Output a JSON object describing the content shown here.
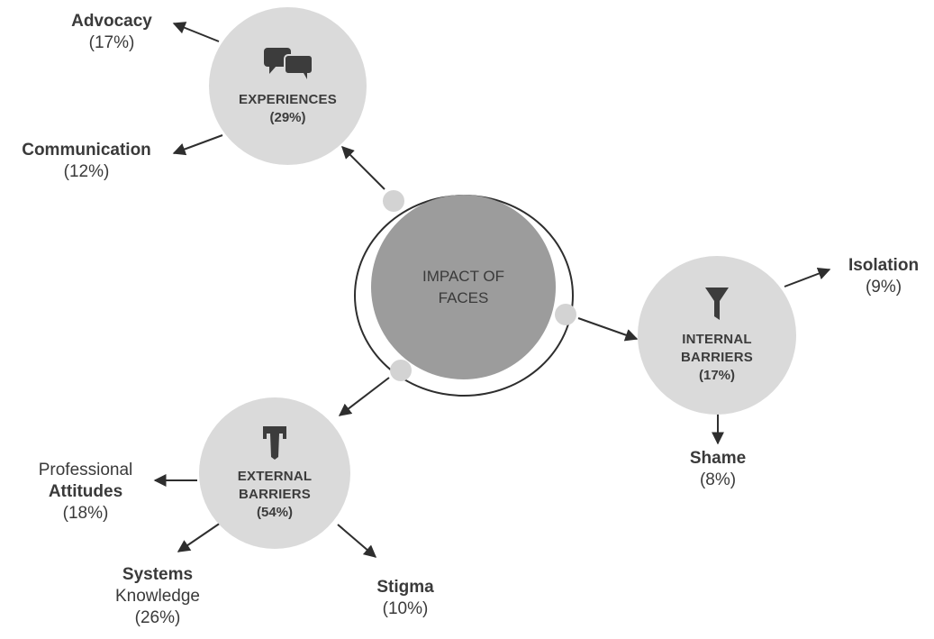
{
  "center": {
    "title": "IMPACT OF FACES"
  },
  "nodes": {
    "experiences": {
      "title": "EXPERIENCES",
      "percent": "(29%)",
      "icon": "speech-bubbles-icon"
    },
    "internal": {
      "title_line1": "INTERNAL",
      "title_line2": "BARRIERS",
      "percent": "(17%)",
      "icon": "funnel-icon"
    },
    "external": {
      "title_line1": "EXTERNAL",
      "title_line2": "BARRIERS",
      "percent": "(54%)",
      "icon": "barrier-icon"
    }
  },
  "leaves": {
    "advocacy": {
      "name": "Advocacy",
      "percent": "(17%)"
    },
    "communication": {
      "name": "Communication",
      "percent": "(12%)"
    },
    "isolation": {
      "name": "Isolation",
      "percent": "(9%)"
    },
    "shame": {
      "name": "Shame",
      "percent": "(8%)"
    },
    "professional_attitudes": {
      "line1": "Professional",
      "line2": "Attitudes",
      "percent": "(18%)"
    },
    "systems_knowledge": {
      "line1": "Systems",
      "line2": "Knowledge",
      "percent": "(26%)"
    },
    "stigma": {
      "name": "Stigma",
      "percent": "(10%)"
    }
  },
  "colors": {
    "node_fill": "#dadada",
    "center_fill": "#9c9c9c",
    "dot_fill": "#d3d3d3",
    "line": "#2e2e2e",
    "text": "#3a3a3a"
  }
}
